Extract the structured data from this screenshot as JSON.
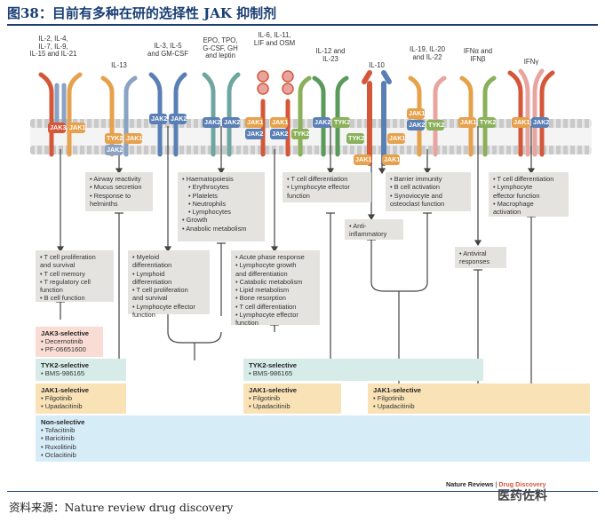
{
  "figure_title": "图38：目前有多种在研的选择性 JAK 抑制剂",
  "source": "资料来源：Nature review drug discovery",
  "credit": {
    "journal": "Nature Reviews",
    "sep": " | ",
    "section": "Drug Discovery"
  },
  "watermark": "医药佐料",
  "receptors": [
    {
      "label": "IL-2, IL-4,\nIL-7, IL-9,\nIL-15 and IL-21",
      "jaks": [
        "JAK3",
        "JAK1"
      ]
    },
    {
      "label": "IL-13",
      "jaks": [
        "TYK2",
        "JAK1",
        "JAK2"
      ]
    },
    {
      "label": "IL-3, IL-5\nand GM-CSF",
      "jaks": [
        "JAK2",
        "JAK2"
      ]
    },
    {
      "label": "EPO, TPO,\nG-CSF, GH\nand leptin",
      "jaks": [
        "JAK2",
        "JAK2"
      ]
    },
    {
      "label": "IL-6, IL-11,\nLIF and OSM",
      "jaks": [
        "JAK1",
        "JAK2",
        "JAK1",
        "JAK2",
        "TYK2"
      ]
    },
    {
      "label": "IL-12 and\nIL-23",
      "jaks": [
        "JAK2",
        "TYK2"
      ]
    },
    {
      "label": "IL-10",
      "jaks": [
        "TYK2",
        "JAK1",
        "JAK1",
        "JAK1"
      ]
    },
    {
      "label": "IL-19, IL-20\nand IL-22",
      "jaks": [
        "JAK1",
        "JAK2",
        "TYK2"
      ]
    },
    {
      "label": "IFNα and\nIFNβ",
      "jaks": [
        "JAK1",
        "TYK2"
      ]
    },
    {
      "label": "IFNγ",
      "jaks": [
        "JAK1",
        "JAK2"
      ]
    }
  ],
  "outcomes": {
    "il13": [
      "Airway reactivity",
      "Mucus secretion",
      "Response to\nhelminths"
    ],
    "epo": [
      "Haematopoiesis",
      "Erythrocytes",
      "Platelets",
      "Neutrophils",
      "Lymphocytes",
      "Growth",
      "Anabolic metabolism"
    ],
    "il12": [
      "T cell differentiation",
      "Lymphocyte effector\nfunction"
    ],
    "il19": [
      "Barrier immunity",
      "B cell activation",
      "Synoviocyte and\nosteoclast function"
    ],
    "ifng": [
      "T cell differentiation",
      "Lymphocyte\neffector function",
      "Macrophage\nactivation"
    ],
    "gammac": [
      "T cell proliferation\nand survival",
      "T cell memory",
      "T regulatory cell\nfunction",
      "B cell function"
    ],
    "il3": [
      "Myeloid\ndifferentiation",
      "Lymphoid\ndifferentiation",
      "T cell proliferation\nand survival",
      "Lymphocyte effector\nfunction"
    ],
    "il6": [
      "Acute phase response",
      "Lymphocyte growth\nand differentiation",
      "Catabolic metabolism",
      "Lipid metabolism",
      "Bone resorption",
      "T cell differentiation",
      "Lymphocyte effector\nfunction"
    ],
    "il10": [
      "Anti-\ninflammatory"
    ],
    "ifnab": [
      "Antiviral\nresponses"
    ]
  },
  "inhibitors": {
    "jak3": {
      "title": "JAK3-selective",
      "drugs": [
        "Decernotinib",
        "PF-06651600"
      ]
    },
    "tyk2_left": {
      "title": "TYK2-selective",
      "drugs": [
        "BMS-986165"
      ]
    },
    "tyk2_right": {
      "title": "TYK2-selective",
      "drugs": [
        "BMS-986165"
      ]
    },
    "jak1_left": {
      "title": "JAK1-selective",
      "drugs": [
        "Filgotinib",
        "Upadacitinib"
      ]
    },
    "jak1_mid": {
      "title": "JAK1-selective",
      "drugs": [
        "Filgotinib",
        "Upadacitinib"
      ]
    },
    "jak1_right": {
      "title": "JAK1-selective",
      "drugs": [
        "Filgotinib",
        "Upadacitinib"
      ]
    },
    "nonselective": {
      "title": "Non-selective",
      "drugs": [
        "Tofacitinib",
        "Baricitinib",
        "Ruxolitinib",
        "Oclacitinib"
      ]
    }
  },
  "colors": {
    "title": "#1a3e73",
    "jak_blue": "#5a7fb5",
    "jak_red": "#d4573a",
    "jak_green": "#8ab05a",
    "jak_orange": "#e6a14c",
    "box": "#e4e3df",
    "pink": "#f9dcd4",
    "teal": "#d7ece8",
    "yellow": "#fae2b7",
    "light_blue": "#d6ecf7"
  }
}
